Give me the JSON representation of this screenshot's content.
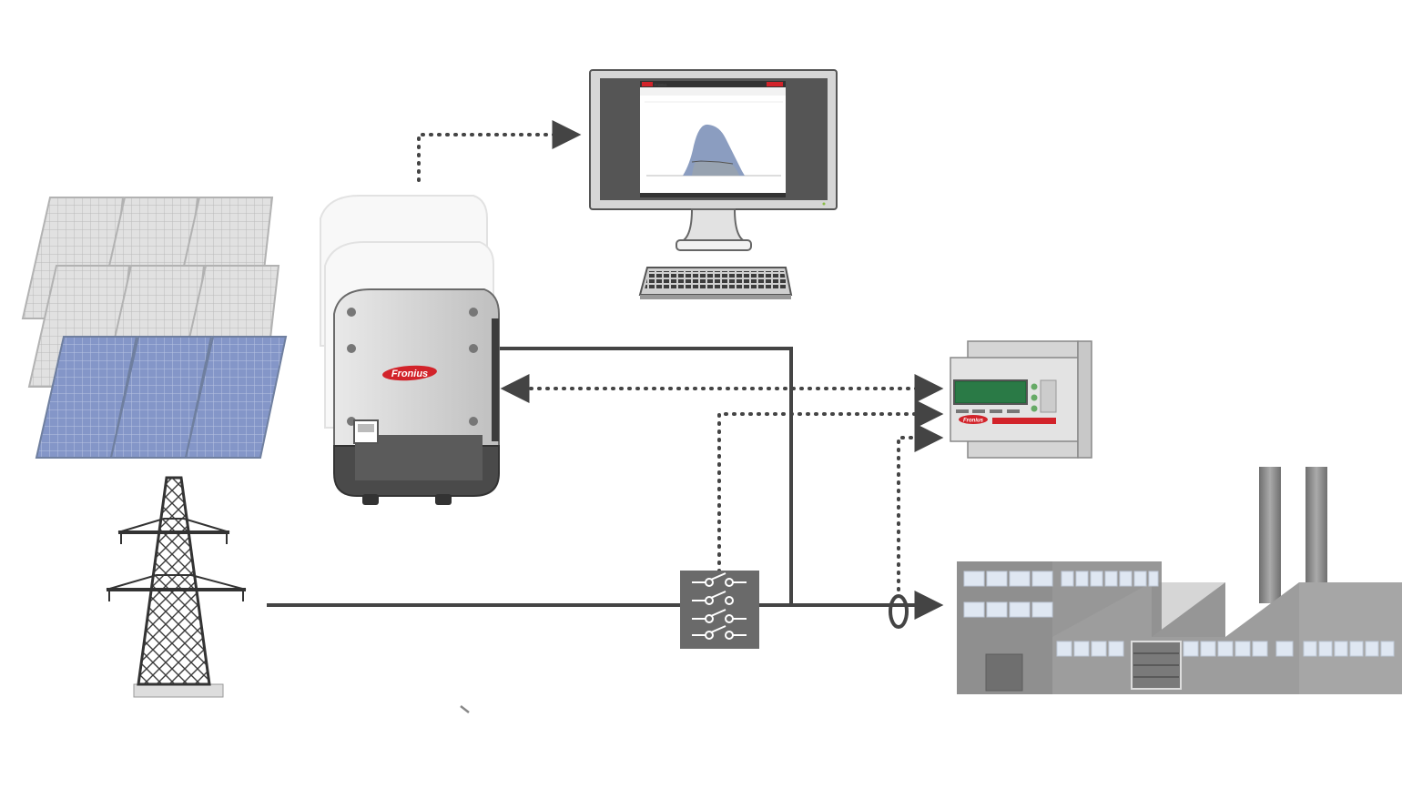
{
  "diagram": {
    "nodes": [
      {
        "id": "pv-array",
        "label": ""
      },
      {
        "id": "inverter",
        "label": ""
      },
      {
        "id": "monitor-pc",
        "label": ""
      },
      {
        "id": "datamanager",
        "label": ""
      },
      {
        "id": "grid-pylon",
        "label": ""
      },
      {
        "id": "switch-box",
        "label": ""
      },
      {
        "id": "factory",
        "label": ""
      }
    ],
    "connections": [
      {
        "from": "inverter",
        "to": "monitor-pc",
        "style": "dotted"
      },
      {
        "from": "inverter",
        "to": "grid-line",
        "style": "solid"
      },
      {
        "from": "datamanager",
        "to": "inverter",
        "style": "dotted"
      },
      {
        "from": "switch-box",
        "to": "datamanager",
        "style": "dotted"
      },
      {
        "from": "current-sensor",
        "to": "datamanager",
        "style": "dotted"
      },
      {
        "from": "grid-pylon",
        "to": "factory",
        "style": "solid"
      }
    ]
  },
  "brand": {
    "inverter_logo": "Fronius",
    "datamanager_logo": "Fronius",
    "screen_logo": "Fronius"
  },
  "colors": {
    "line": "#444444",
    "brand_red": "#d2232a",
    "panel_blue": "#7f93c4",
    "building_gray": "#8f8f8f",
    "display_green": "#1f6b3a"
  }
}
